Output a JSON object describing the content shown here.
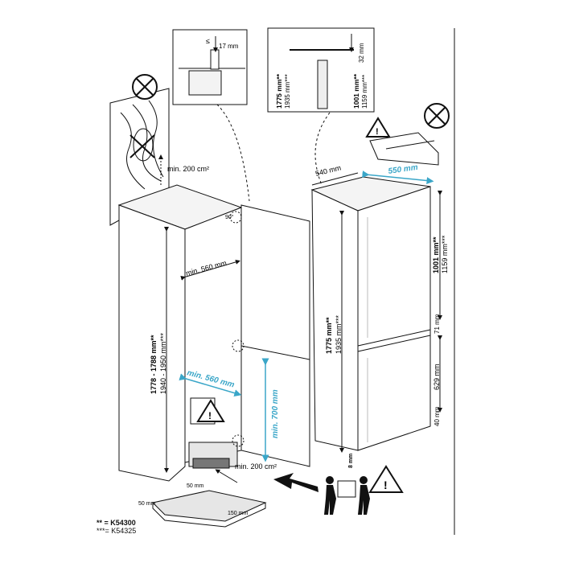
{
  "top_detail_left": {
    "gap": "17 mm",
    "symbol": "≤"
  },
  "top_detail_right": {
    "height_a": "1775 mm**",
    "height_b": "1935 mm***",
    "upper_a": "1001 mm**",
    "upper_b": "1159 mm***",
    "top_gap": "32 mm"
  },
  "ventilation_top": "min. 200 cm²",
  "ventilation_bottom": "min. 200 cm²",
  "niche": {
    "height_a": "1778 - 1788 mm**",
    "height_b": "1940 - 1950 mm***",
    "width_top": "min. 560 mm",
    "width_bottom": "min. 560 mm",
    "lower_height": "min. 700 mm",
    "angle": "90°"
  },
  "appliance": {
    "depth": "540 mm",
    "width": "550 mm",
    "height_a": "1775 mm**",
    "height_b": "1935 mm***",
    "upper_a": "1001 mm**",
    "upper_b": "1159 mm***",
    "gap_mid": "71 mm",
    "lower": "629 mm",
    "bottom": "40 mm",
    "foot": "8 mm"
  },
  "base": {
    "a": "50 mm",
    "b": "50 mm",
    "c": "150 mm"
  },
  "legend": [
    {
      "key": "** =",
      "model": "K54300"
    },
    {
      "key": "***=",
      "model": "K54325"
    }
  ],
  "colors": {
    "accent": "#3aa6c8",
    "line": "#111111",
    "shade": "#e6e6e6"
  },
  "icons": [
    "prohibited-icon",
    "warning-icon",
    "two-person-lift-icon",
    "arrow-icon"
  ]
}
